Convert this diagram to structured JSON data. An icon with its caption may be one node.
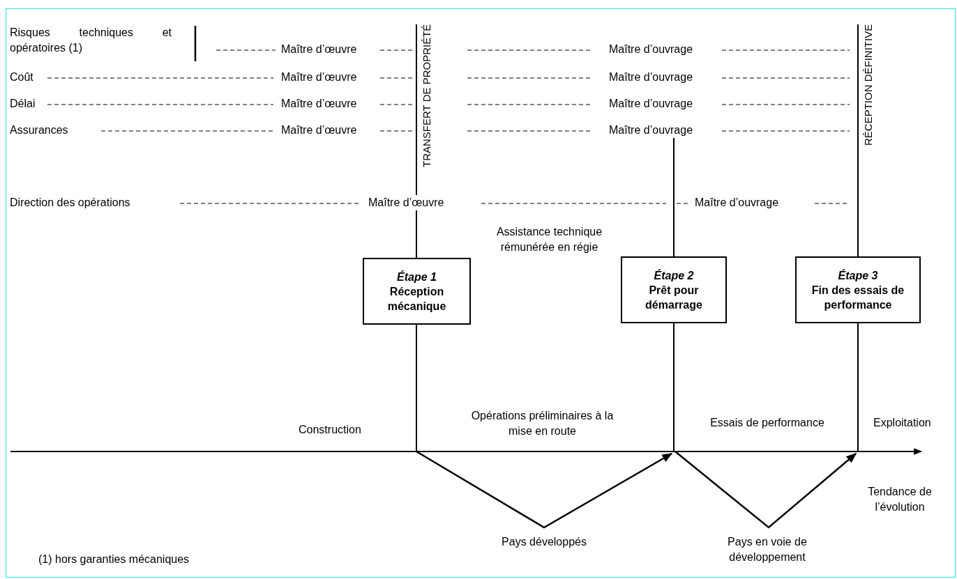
{
  "diagram": {
    "nodes": [
      {
        "text": [
          "Étape 1",
          "Réception mécanique"
        ]
      },
      {
        "text": [
          "Étape 2",
          "Prêt pour démarrage"
        ]
      },
      {
        "text": [
          "Étape 3",
          "Fin des essais de performance"
        ]
      },
      {
        "text": [],
        "shape": "bar"
      },
      {
        "text": [
          "TRANSFERT DE PROPRIÉTÉ"
        ]
      },
      {
        "text": [
          "RÉCEPTION DÉFINITIVE"
        ]
      },
      {
        "text": [
          "Maître d’ouvrage"
        ]
      }
    ],
    "edges": [
      {
        "from": 4,
        "to": 0,
        "arrow": "none"
      },
      {
        "from": 6,
        "to": 1,
        "arrow": "none"
      },
      {
        "from": 5,
        "to": 2,
        "arrow": "none"
      },
      {
        "from": 0,
        "to": 3,
        "arrow": "none"
      },
      {
        "from": 1,
        "to": 3,
        "arrow": "none"
      },
      {
        "from": 2,
        "to": 3,
        "arrow": "none"
      }
    ],
    "labels": [
      "Risques techniques et opératoires (1)",
      "Maître d’œuvre",
      "Maître d’ouvrage",
      "Coût",
      "Maître d’œuvre",
      "Maître d’ouvrage",
      "Délai",
      "Maître d’œuvre",
      "Maître d’ouvrage",
      "Assurances",
      "Maître d’œuvre",
      "Direction des opérations",
      "Maître d’œuvre",
      "Maître d’ouvrage",
      "Assistance technique rémunérée en régie",
      "Construction",
      "Opérations préliminaires à la mise en route",
      "Essais de performance",
      "Exploitation",
      "Tendance de l’évolution",
      "Pays développés",
      "Pays en voie de développement",
      "(1) hors garanties mécaniques"
    ]
  }
}
